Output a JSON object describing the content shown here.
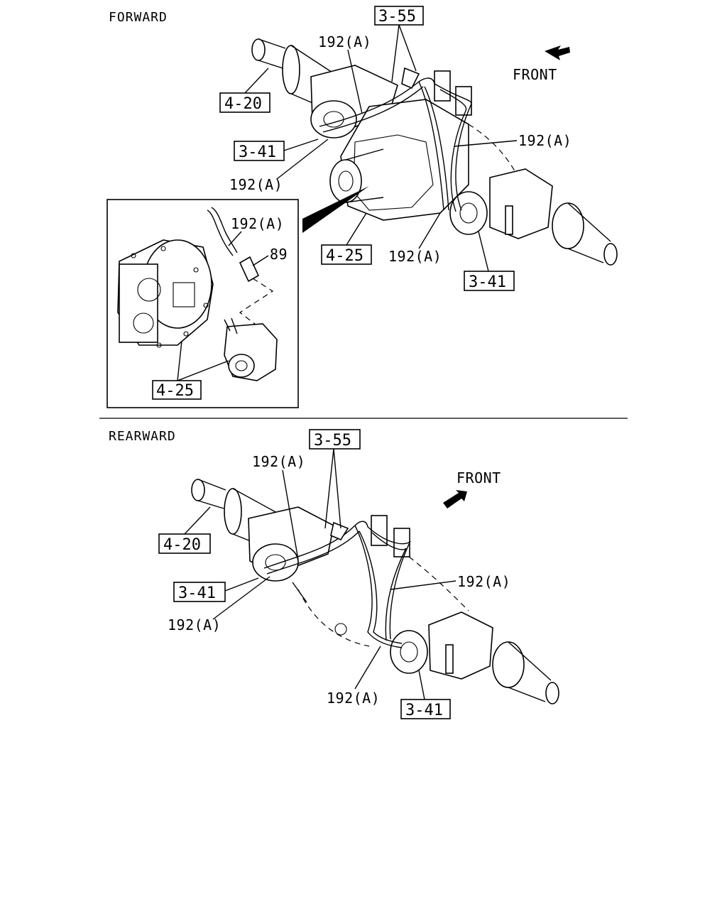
{
  "forward": {
    "heading": "FORWARD",
    "direction_label": "FRONT",
    "refs": {
      "ref_3_55": "3-55",
      "ref_4_20": "4-20",
      "ref_3_41_left": "3-41",
      "ref_4_25": "4-25",
      "ref_3_41_right": "3-41",
      "inset_ref_4_25": "4-25"
    },
    "callouts": {
      "hose_top": "192(A)",
      "hose_right": "192(A)",
      "hose_left": "192(A)",
      "hose_bottom": "192(A)",
      "inset_hose": "192(A)",
      "inset_fitting": "89"
    }
  },
  "rearward": {
    "heading": "REARWARD",
    "direction_label": "FRONT",
    "refs": {
      "ref_3_55": "3-55",
      "ref_4_20": "4-20",
      "ref_3_41_left": "3-41",
      "ref_3_41_right": "3-41"
    },
    "callouts": {
      "hose_top": "192(A)",
      "hose_right": "192(A)",
      "hose_left": "192(A)",
      "hose_bottom": "192(A)"
    }
  }
}
